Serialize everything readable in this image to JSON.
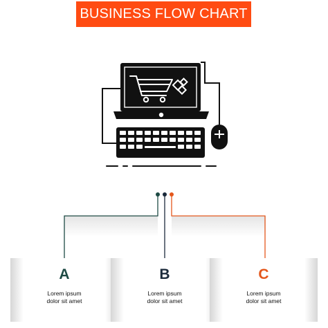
{
  "header": {
    "title": "BUSINESS FLOW CHART",
    "banner_color": "#ff4b12"
  },
  "illustration": {
    "icon": "laptop-shopping-cart-icon"
  },
  "colors": {
    "a": "#1d4a44",
    "b": "#1b2a3b",
    "c": "#e4571c",
    "line_gray": "#9a9a9a"
  },
  "steps": [
    {
      "letter": "A",
      "line1": "Lorem ipsum",
      "line2": "dolor sit amet"
    },
    {
      "letter": "B",
      "line1": "Lorem ipsum",
      "line2": "dolor sit amet"
    },
    {
      "letter": "C",
      "line1": "Lorem ipsum",
      "line2": "dolor sit amet"
    }
  ]
}
